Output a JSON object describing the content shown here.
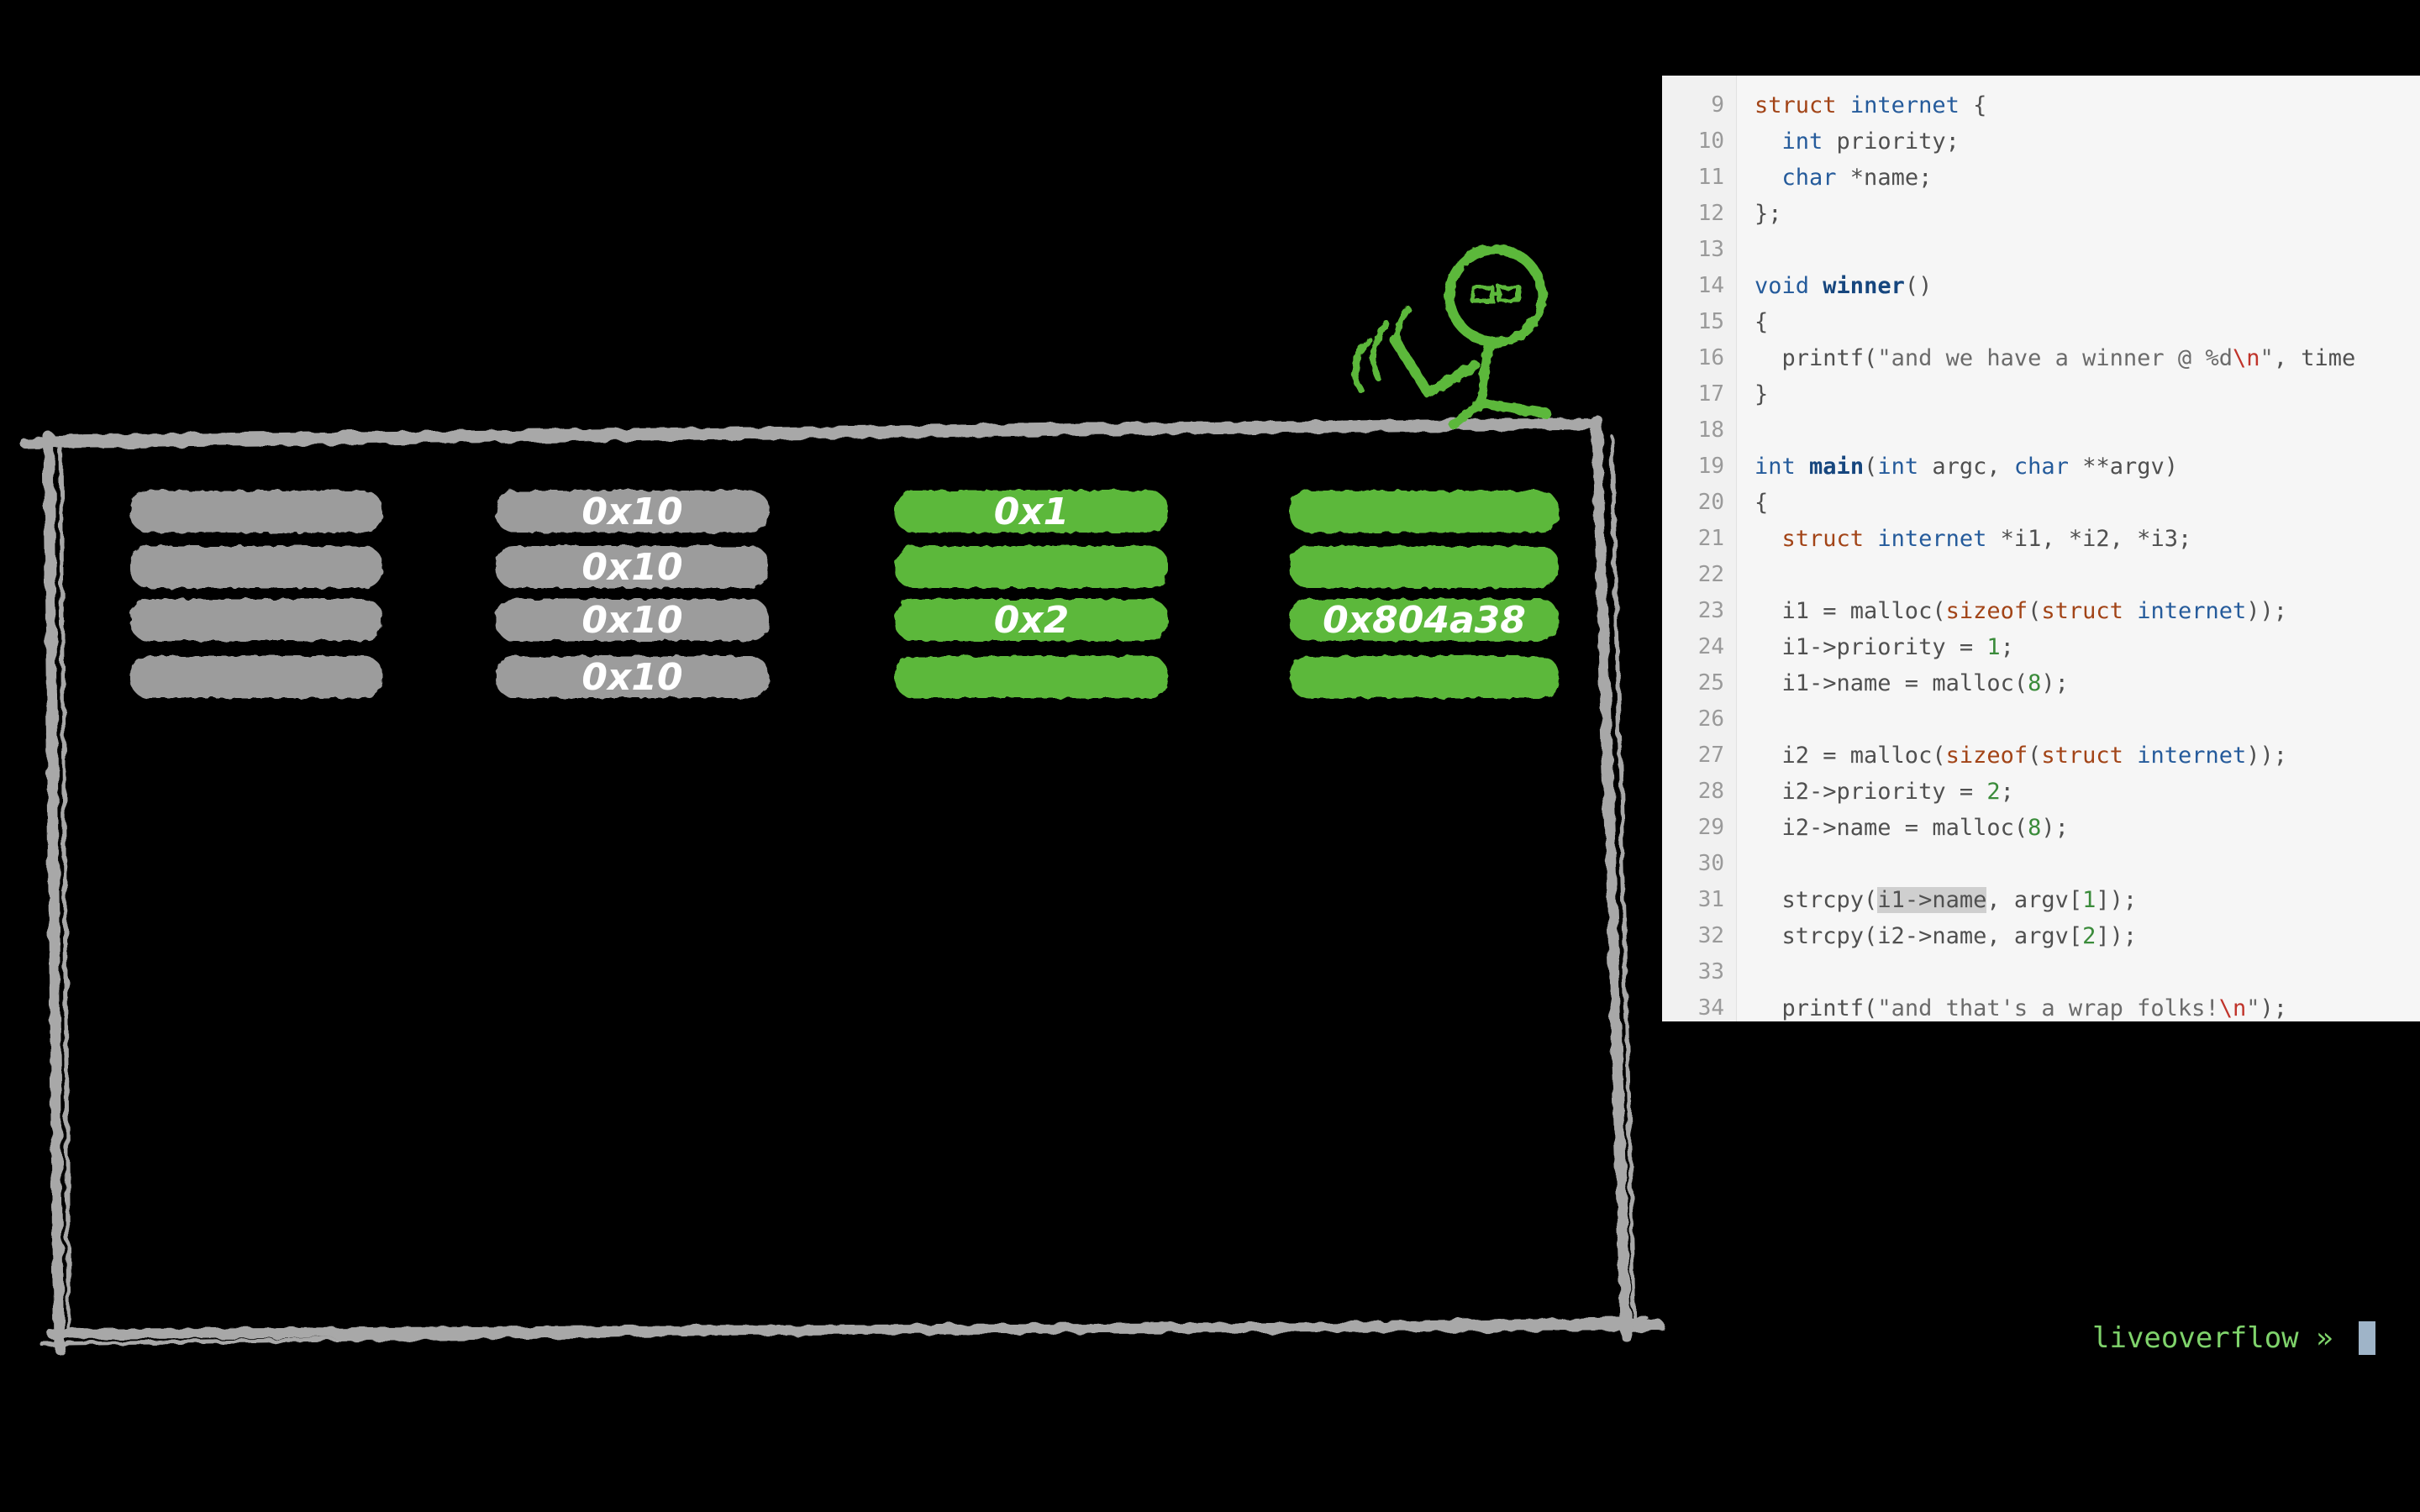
{
  "diagram": {
    "columns": [
      {
        "id": "col1",
        "color": "gray",
        "labels": [
          "",
          "",
          "",
          ""
        ]
      },
      {
        "id": "col2",
        "color": "gray",
        "labels": [
          "0x10",
          "0x10",
          "0x10",
          "0x10"
        ]
      },
      {
        "id": "col3",
        "color": "green",
        "labels": [
          "0x1",
          "",
          "0x2",
          ""
        ]
      },
      {
        "id": "col4",
        "color": "green",
        "labels": [
          "",
          "",
          "0x804a38",
          ""
        ]
      }
    ],
    "colors": {
      "gray": "#9c9c9c",
      "green": "#5cb83a",
      "frame": "#a8a8a8"
    }
  },
  "editor": {
    "lines": [
      {
        "n": "9",
        "tokens": [
          [
            "kw",
            "struct"
          ],
          [
            "t",
            " "
          ],
          [
            "ty",
            "internet"
          ],
          [
            "t",
            " {"
          ]
        ]
      },
      {
        "n": "10",
        "tokens": [
          [
            "t",
            "  "
          ],
          [
            "ty",
            "int"
          ],
          [
            "t",
            " priority;"
          ]
        ]
      },
      {
        "n": "11",
        "tokens": [
          [
            "t",
            "  "
          ],
          [
            "ty",
            "char"
          ],
          [
            "t",
            " *name;"
          ]
        ]
      },
      {
        "n": "12",
        "tokens": [
          [
            "t",
            "};"
          ]
        ]
      },
      {
        "n": "13",
        "tokens": []
      },
      {
        "n": "14",
        "tokens": [
          [
            "ty",
            "void"
          ],
          [
            "t",
            " "
          ],
          [
            "fn",
            "winner"
          ],
          [
            "t",
            "()"
          ]
        ]
      },
      {
        "n": "15",
        "tokens": [
          [
            "t",
            "{"
          ]
        ]
      },
      {
        "n": "16",
        "tokens": [
          [
            "t",
            "  printf("
          ],
          [
            "str",
            "\"and we have a winner @ %d"
          ],
          [
            "esc",
            "\\n"
          ],
          [
            "str",
            "\""
          ],
          [
            "t",
            ", time"
          ]
        ]
      },
      {
        "n": "17",
        "tokens": [
          [
            "t",
            "}"
          ]
        ]
      },
      {
        "n": "18",
        "tokens": []
      },
      {
        "n": "19",
        "tokens": [
          [
            "ty",
            "int"
          ],
          [
            "t",
            " "
          ],
          [
            "fn",
            "main"
          ],
          [
            "t",
            "("
          ],
          [
            "ty",
            "int"
          ],
          [
            "t",
            " argc, "
          ],
          [
            "ty",
            "char"
          ],
          [
            "t",
            " **argv)"
          ]
        ]
      },
      {
        "n": "20",
        "tokens": [
          [
            "t",
            "{"
          ]
        ]
      },
      {
        "n": "21",
        "tokens": [
          [
            "t",
            "  "
          ],
          [
            "kw",
            "struct"
          ],
          [
            "t",
            " "
          ],
          [
            "ty",
            "internet"
          ],
          [
            "t",
            " *i1, *i2, *i3;"
          ]
        ]
      },
      {
        "n": "22",
        "tokens": []
      },
      {
        "n": "23",
        "tokens": [
          [
            "t",
            "  i1 = malloc("
          ],
          [
            "kw",
            "sizeof"
          ],
          [
            "t",
            "("
          ],
          [
            "kw",
            "struct"
          ],
          [
            "t",
            " "
          ],
          [
            "ty",
            "internet"
          ],
          [
            "t",
            "));"
          ]
        ]
      },
      {
        "n": "24",
        "tokens": [
          [
            "t",
            "  i1->priority = "
          ],
          [
            "num",
            "1"
          ],
          [
            "t",
            ";"
          ]
        ]
      },
      {
        "n": "25",
        "tokens": [
          [
            "t",
            "  i1->name = malloc("
          ],
          [
            "num",
            "8"
          ],
          [
            "t",
            ");"
          ]
        ]
      },
      {
        "n": "26",
        "tokens": []
      },
      {
        "n": "27",
        "tokens": [
          [
            "t",
            "  i2 = malloc("
          ],
          [
            "kw",
            "sizeof"
          ],
          [
            "t",
            "("
          ],
          [
            "kw",
            "struct"
          ],
          [
            "t",
            " "
          ],
          [
            "ty",
            "internet"
          ],
          [
            "t",
            "));"
          ]
        ]
      },
      {
        "n": "28",
        "tokens": [
          [
            "t",
            "  i2->priority = "
          ],
          [
            "num",
            "2"
          ],
          [
            "t",
            ";"
          ]
        ]
      },
      {
        "n": "29",
        "tokens": [
          [
            "t",
            "  i2->name = malloc("
          ],
          [
            "num",
            "8"
          ],
          [
            "t",
            ");"
          ]
        ]
      },
      {
        "n": "30",
        "tokens": []
      },
      {
        "n": "31",
        "tokens": [
          [
            "t",
            "  strcpy("
          ],
          [
            "hl",
            "i1->name"
          ],
          [
            "t",
            ", argv["
          ],
          [
            "num",
            "1"
          ],
          [
            "t",
            "]);"
          ]
        ]
      },
      {
        "n": "32",
        "tokens": [
          [
            "t",
            "  strcpy(i2->name, argv["
          ],
          [
            "num",
            "2"
          ],
          [
            "t",
            "]);"
          ]
        ]
      },
      {
        "n": "33",
        "tokens": []
      },
      {
        "n": "34",
        "tokens": [
          [
            "t",
            "  printf("
          ],
          [
            "str",
            "\"and that's a wrap folks!"
          ],
          [
            "esc",
            "\\n"
          ],
          [
            "str",
            "\""
          ],
          [
            "t",
            ");"
          ]
        ]
      }
    ]
  },
  "terminal": {
    "prompt": "liveoverflow » "
  }
}
